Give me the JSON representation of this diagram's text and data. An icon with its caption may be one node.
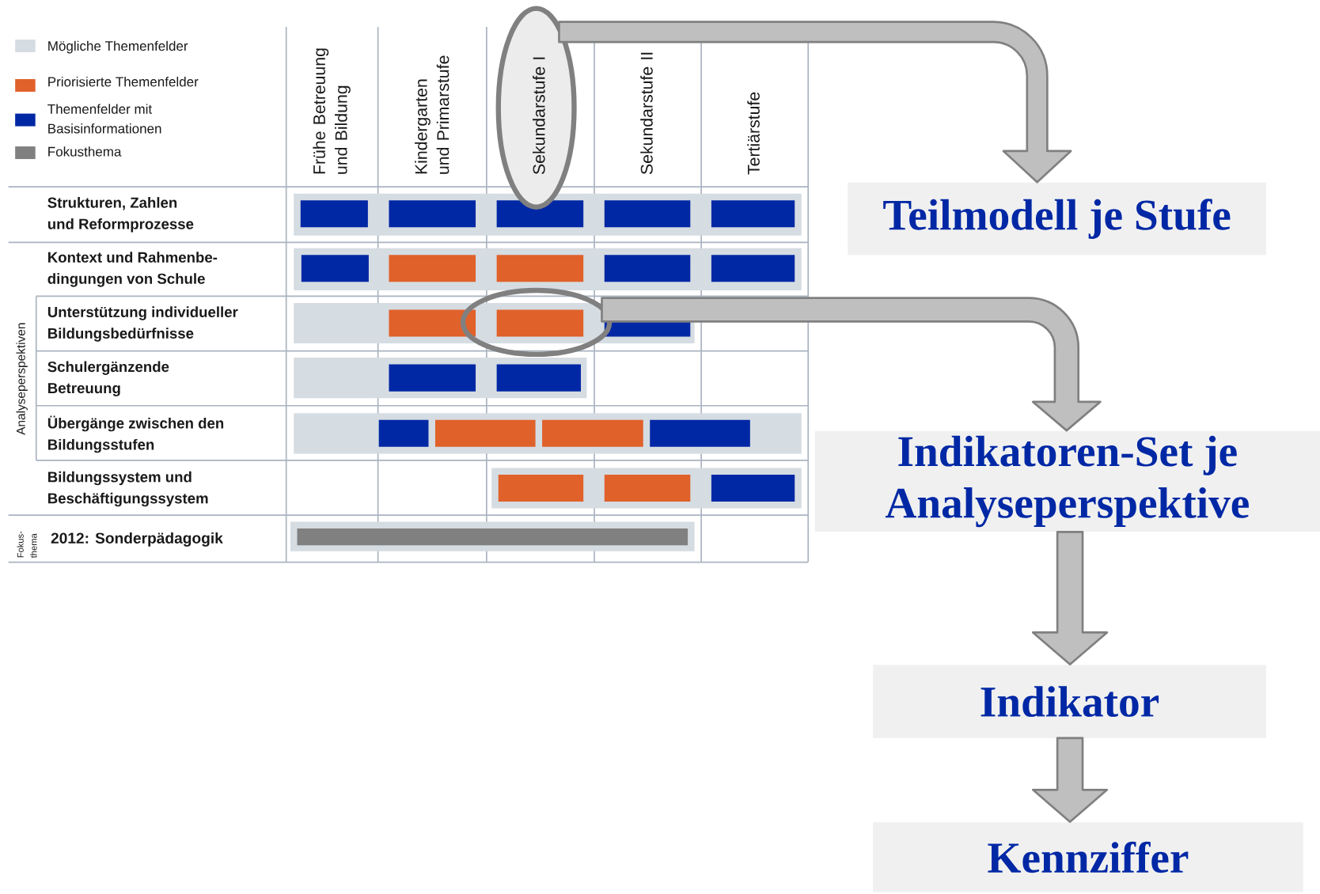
{
  "diagram": {
    "nodes": [
      {
        "text": [],
        "shape": "ellipse"
      },
      {
        "text": [
          "Teilmodell je Stufe"
        ]
      },
      {
        "text": [],
        "shape": "ellipse"
      },
      {
        "text": [
          "Indikatoren-Set je Analyseperspektive"
        ]
      },
      {
        "text": [
          "Indikator"
        ]
      },
      {
        "text": [
          "Kennziffer"
        ]
      }
    ],
    "edges": [
      {
        "from": 0,
        "to": 1,
        "arrow": "to"
      },
      {
        "from": 2,
        "to": 3,
        "arrow": "to"
      },
      {
        "from": 3,
        "to": 4,
        "arrow": "to"
      },
      {
        "from": 4,
        "to": 5,
        "arrow": "to"
      }
    ],
    "labels": [
      "Frühe Betreuung und Bildung",
      "Kindergarten und Primarstufe",
      "Sekundarstufe I",
      "Sekundarstufe II",
      "Tertiärstufe",
      "Strukturen, Zahlen und Reformprozesse",
      "Kontext und Rahmenbe- dingungen von Schule",
      "Unterstützung individueller Bildungsbedürfnisse",
      "Schulergänzende Betreuung",
      "Übergänge zwischen den Bildungsstufen",
      "Bildungssystem und Beschäftigungssystem",
      "Analyseperspektiven",
      "Fokus- thema",
      "2012: Sonderpädagogik"
    ],
    "legend": [
      {
        "text": "Mögliche Themenfelder",
        "color": "#d5dce2"
      },
      {
        "text": "Priorisierte Themenfelder",
        "color": "#e0612a"
      },
      {
        "text": "Themenfelder mit Basisinformationen",
        "color": "#0028a5"
      },
      {
        "text": "Fokusthema",
        "color": "#808080"
      }
    ]
  }
}
